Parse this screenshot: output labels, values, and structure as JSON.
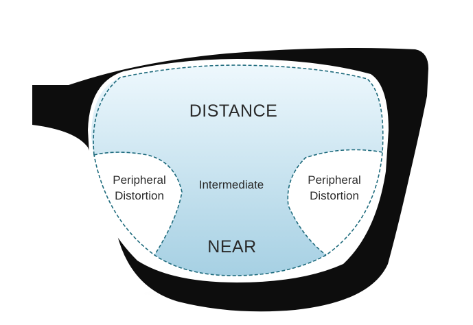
{
  "labels": {
    "distance": "DISTANCE",
    "intermediate": "Intermediate",
    "near": "NEAR",
    "peripheral_left": [
      "Peripheral",
      "Distortion"
    ],
    "peripheral_right": [
      "Peripheral",
      "Distortion"
    ]
  },
  "colors": {
    "frame": "#0d0d0d",
    "lens_top": "#eef8fd",
    "lens_bottom": "#a6d0e3",
    "dashed_outline": "#1d6a7c",
    "text": "#2a2a2a"
  }
}
